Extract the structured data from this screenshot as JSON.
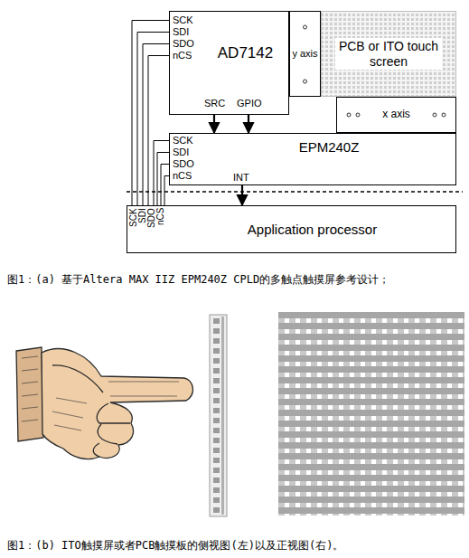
{
  "diagram": {
    "caption": "图1：(b) ITO触摸屏或者PCB触摸板的侧视图(左)以及正视图(右)。",
    "nodes": [
      {
        "text": [
          "AD7142"
        ]
      },
      {
        "text": [
          "y axis"
        ]
      },
      {
        "text": [
          "PCB or ITO touch screen"
        ]
      },
      {
        "text": [
          "x axis"
        ]
      },
      {
        "text": [
          "EPM240Z"
        ]
      },
      {
        "text": [
          "Application processor"
        ]
      }
    ],
    "edges": [
      {
        "from": 0,
        "to": 4,
        "arrow": "to"
      },
      {
        "from": 0,
        "to": 4,
        "arrow": "to"
      },
      {
        "from": 4,
        "to": 5,
        "arrow": "to"
      },
      {
        "from": 5,
        "to": 0,
        "arrow": "none"
      },
      {
        "from": 5,
        "to": 0,
        "arrow": "none"
      },
      {
        "from": 5,
        "to": 0,
        "arrow": "none"
      },
      {
        "from": 5,
        "to": 0,
        "arrow": "none"
      },
      {
        "from": 5,
        "to": 4,
        "arrow": "none"
      },
      {
        "from": 5,
        "to": 4,
        "arrow": "none"
      },
      {
        "from": 5,
        "to": 4,
        "arrow": "none"
      },
      {
        "from": 5,
        "to": 4,
        "arrow": "none"
      }
    ],
    "labels": [
      "SCK",
      "SDI",
      "SDO",
      "nCS",
      "SRC",
      "GPIO",
      "SCK",
      "SDI",
      "SDO",
      "nCS",
      "INT",
      "SCK",
      "SDI",
      "SDO",
      "nCS",
      "图1：(a) 基于Altera MAX IIZ EPM240Z CPLD的多触点触摸屏参考设计；"
    ]
  }
}
